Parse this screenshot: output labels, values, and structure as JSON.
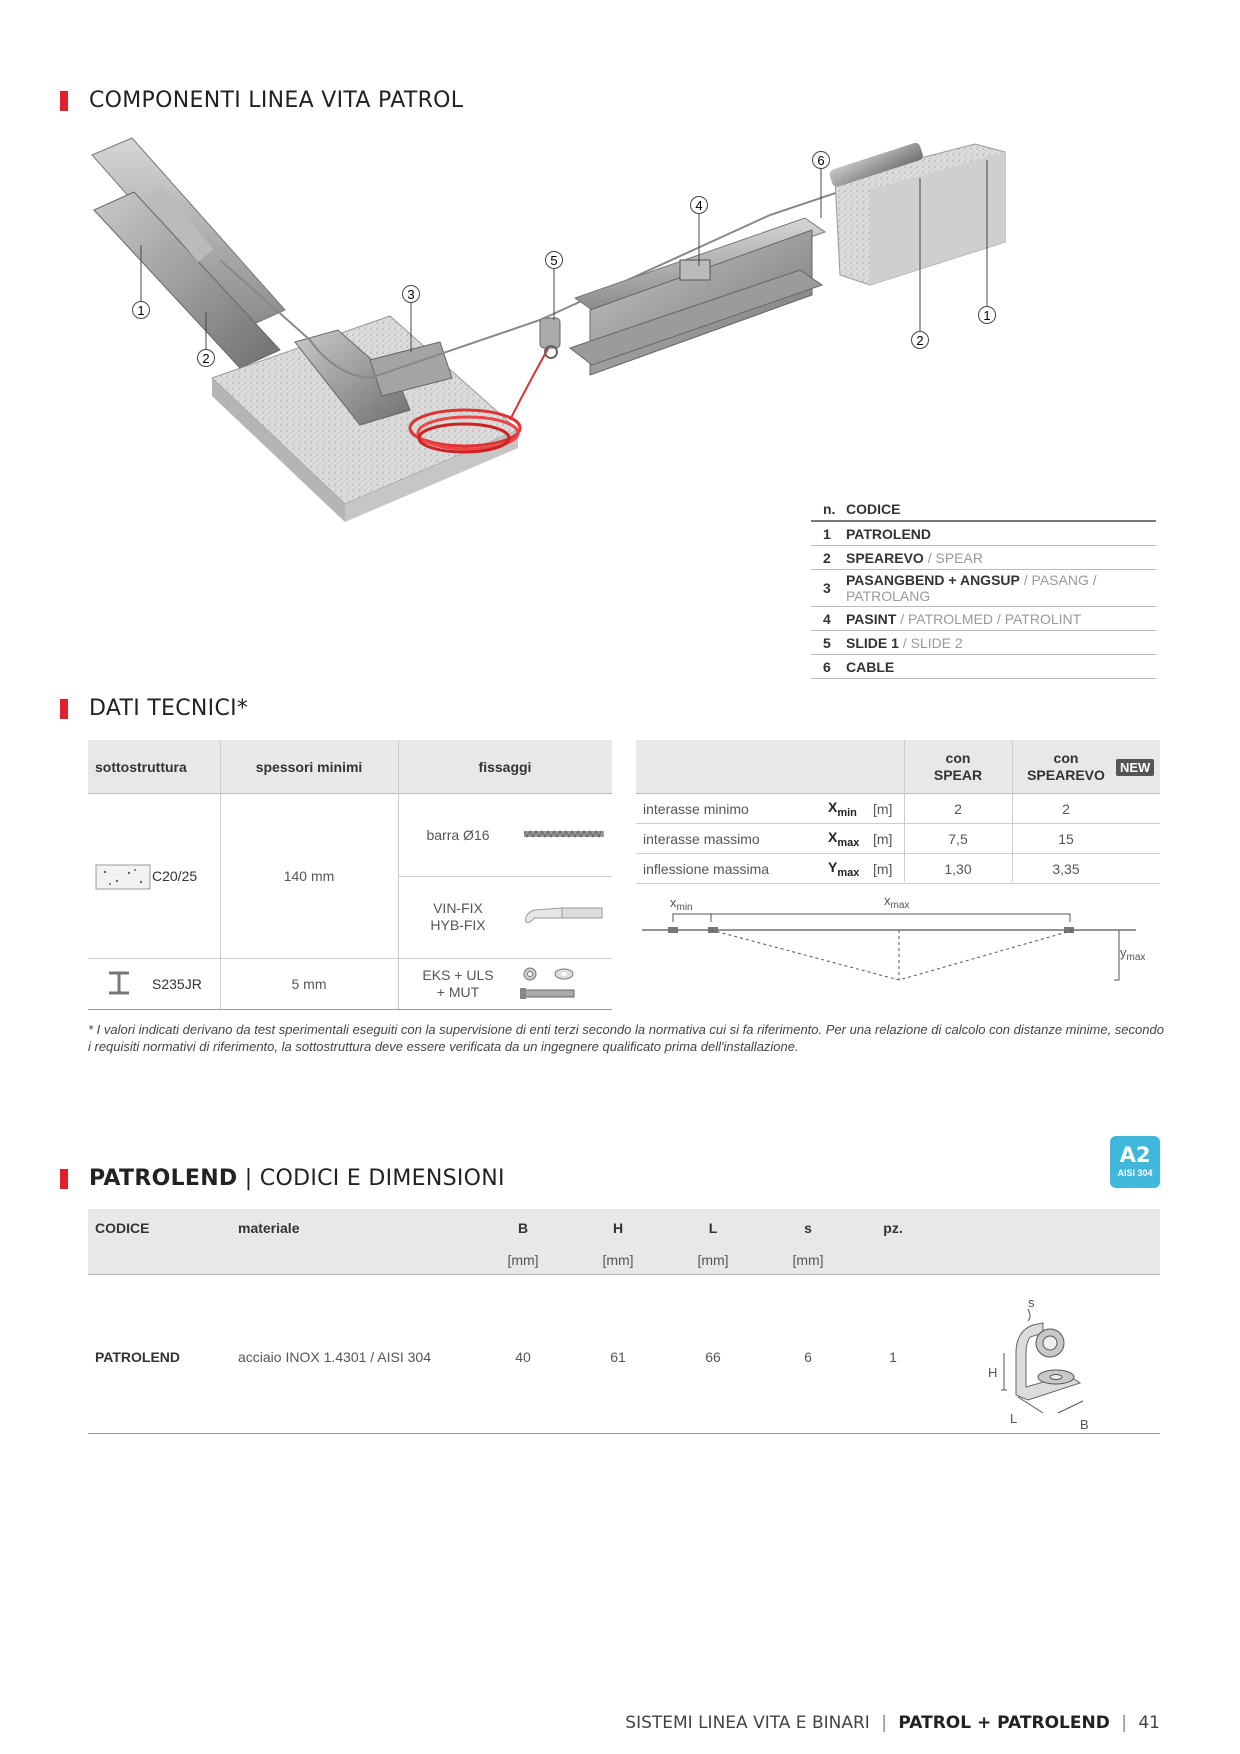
{
  "section1": {
    "title": "COMPONENTI LINEA VITA PATROL"
  },
  "callouts": [
    "1",
    "2",
    "3",
    "4",
    "5",
    "6",
    "1",
    "2"
  ],
  "legend": {
    "header": {
      "n": "n.",
      "code": "CODICE"
    },
    "rows": [
      {
        "n": "1",
        "main": "PATROLEND",
        "alt": ""
      },
      {
        "n": "2",
        "main": "SPEAREVO",
        "alt": " / SPEAR"
      },
      {
        "n": "3",
        "main": "PASANGBEND + ANGSUP",
        "alt": " / PASANG / PATROLANG"
      },
      {
        "n": "4",
        "main": "PASINT",
        "alt": " / PATROLMED / PATROLINT"
      },
      {
        "n": "5",
        "main": "SLIDE 1",
        "alt": " / SLIDE 2"
      },
      {
        "n": "6",
        "main": "CABLE",
        "alt": ""
      }
    ]
  },
  "section2": {
    "title": "DATI TECNICI*"
  },
  "tech_left": {
    "headers": [
      "sottostruttura",
      "spessori minimi",
      "fissaggi"
    ],
    "rows": [
      {
        "substructure": "C20/25",
        "thickness": "140 mm",
        "fixings": [
          "barra Ø16",
          "VIN-FIX\nHYB-FIX"
        ]
      },
      {
        "substructure": "S235JR",
        "thickness": "5 mm",
        "fixings": [
          "EKS + ULS\n+ MUT"
        ]
      }
    ]
  },
  "tech_right": {
    "col1": "con\nSPEAR",
    "col2": "con\nSPEAREVO",
    "new_badge": "NEW",
    "rows": [
      {
        "label": "interasse minimo",
        "sym": "X",
        "sub": "min",
        "unit": "[m]",
        "v1": "2",
        "v2": "2"
      },
      {
        "label": "interasse massimo",
        "sym": "X",
        "sub": "max",
        "unit": "[m]",
        "v1": "7,5",
        "v2": "15"
      },
      {
        "label": "inflessione massima",
        "sym": "Y",
        "sub": "max",
        "unit": "[m]",
        "v1": "1,30",
        "v2": "3,35"
      }
    ],
    "diagram": {
      "xmin": "x",
      "xmin_sub": "min",
      "xmax": "x",
      "xmax_sub": "max",
      "ymax": "y",
      "ymax_sub": "max"
    }
  },
  "footnote": "* I valori indicati derivano da test sperimentali eseguiti con la supervisione di enti terzi secondo la normativa cui si fa riferimento. Per una relazione di calcolo con distanze minime, secondo i requisiti normativi di riferimento, la sottostruttura deve essere verificata da un ingegnere qualificato prima dell'installazione.",
  "section3": {
    "title_bold": "PATROLEND",
    "title_rest": " | CODICI E DIMENSIONI"
  },
  "badge_a2": {
    "big": "A2",
    "small": "AISI 304"
  },
  "codes": {
    "headers": {
      "code": "CODICE",
      "material": "materiale",
      "B": "B",
      "H": "H",
      "L": "L",
      "s": "s",
      "pz": "pz."
    },
    "units": {
      "B": "[mm]",
      "H": "[mm]",
      "L": "[mm]",
      "s": "[mm]"
    },
    "row": {
      "code": "PATROLEND",
      "material": "acciaio INOX 1.4301 / AISI 304",
      "B": "40",
      "H": "61",
      "L": "66",
      "s": "6",
      "pz": "1"
    },
    "drawing_labels": {
      "s": "s",
      "H": "H",
      "L": "L",
      "B": "B"
    }
  },
  "footer": {
    "left": "SISTEMI LINEA VITA E BINARI",
    "bold": "PATROL + PATROLEND",
    "page": "41"
  },
  "colors": {
    "accent_red": "#e0212a",
    "a2_blue": "#3fb8dc",
    "header_gray": "#e8e8e8"
  }
}
